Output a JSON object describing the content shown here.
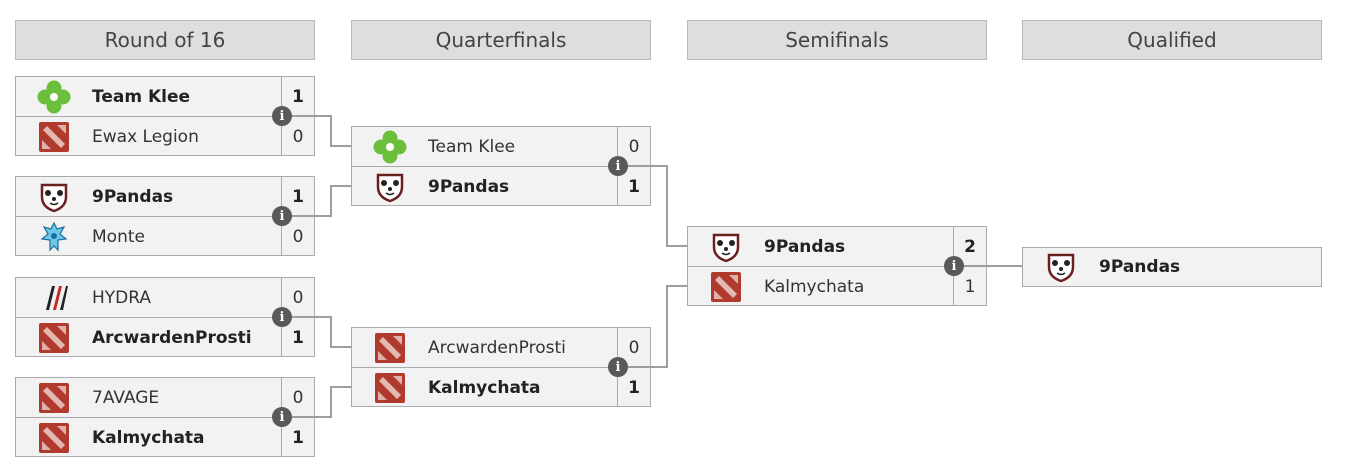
{
  "headers": [
    "Round of 16",
    "Quarterfinals",
    "Semifinals",
    "Qualified"
  ],
  "round_of_16": [
    {
      "top": {
        "team": "Team Klee",
        "logo": "clover-icon",
        "score": "1",
        "win": true
      },
      "bottom": {
        "team": "Ewax Legion",
        "logo": "dota-icon",
        "score": "0",
        "win": false
      }
    },
    {
      "top": {
        "team": "9Pandas",
        "logo": "panda-icon",
        "score": "1",
        "win": true
      },
      "bottom": {
        "team": "Monte",
        "logo": "monte-icon",
        "score": "0",
        "win": false
      }
    },
    {
      "top": {
        "team": "HYDRA",
        "logo": "hydra-icon",
        "score": "0",
        "win": false
      },
      "bottom": {
        "team": "ArcwardenProsti",
        "logo": "dota-icon",
        "score": "1",
        "win": true
      }
    },
    {
      "top": {
        "team": "7AVAGE",
        "logo": "dota-icon",
        "score": "0",
        "win": false
      },
      "bottom": {
        "team": "Kalmychata",
        "logo": "dota-icon",
        "score": "1",
        "win": true
      }
    }
  ],
  "quarterfinals": [
    {
      "top": {
        "team": "Team Klee",
        "logo": "clover-icon",
        "score": "0",
        "win": false
      },
      "bottom": {
        "team": "9Pandas",
        "logo": "panda-icon",
        "score": "1",
        "win": true
      }
    },
    {
      "top": {
        "team": "ArcwardenProsti",
        "logo": "dota-icon",
        "score": "0",
        "win": false
      },
      "bottom": {
        "team": "Kalmychata",
        "logo": "dota-icon",
        "score": "1",
        "win": true
      }
    }
  ],
  "semifinals": [
    {
      "top": {
        "team": "9Pandas",
        "logo": "panda-icon",
        "score": "2",
        "win": true
      },
      "bottom": {
        "team": "Kalmychata",
        "logo": "dota-icon",
        "score": "1",
        "win": false
      }
    }
  ],
  "qualified": {
    "team": "9Pandas",
    "logo": "panda-icon"
  },
  "info_glyph": "i",
  "colors": {
    "header_bg": "#dedede",
    "cell_bg": "#f2f2f2",
    "border": "#aaaaaa",
    "connector": "#9e9e9e",
    "clover": "#6cbf3c",
    "dota_red": "#b03a2e"
  }
}
